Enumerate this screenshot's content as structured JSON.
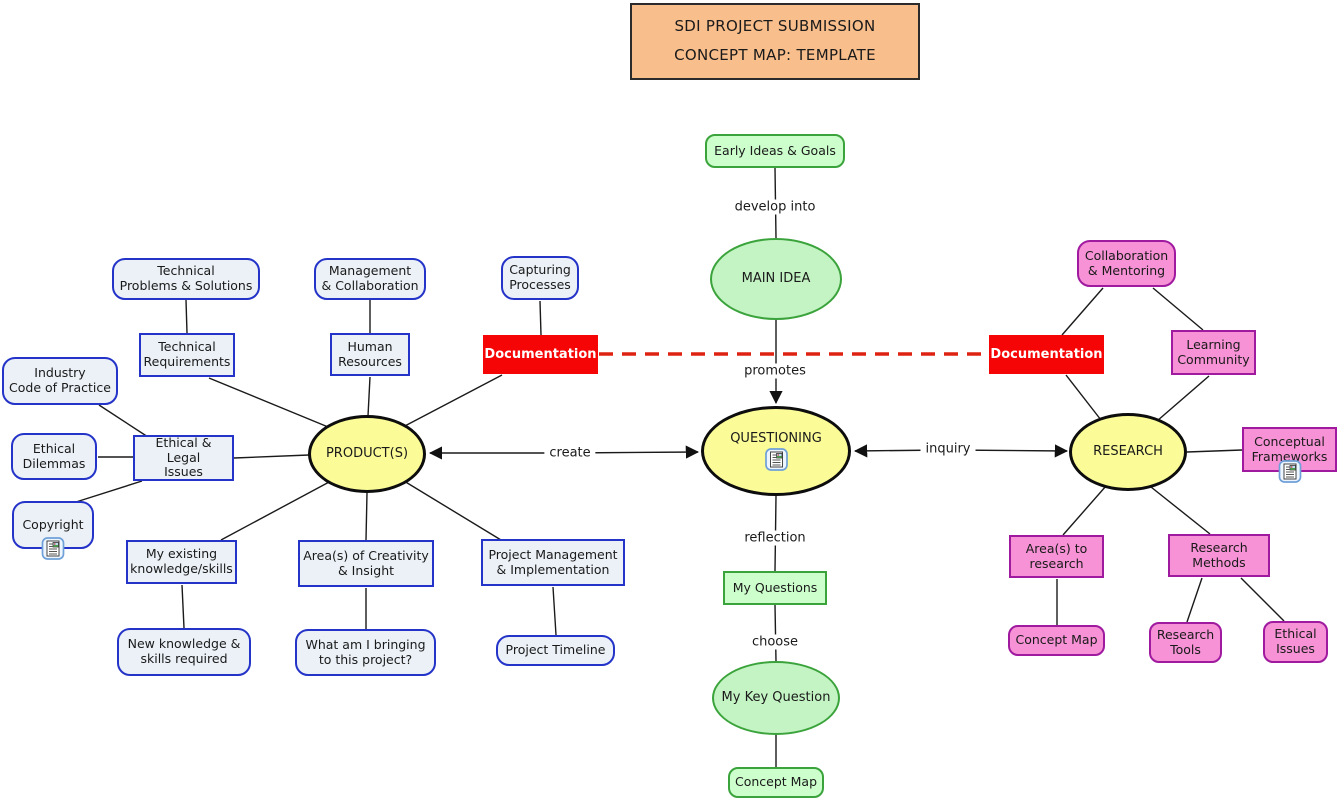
{
  "title": {
    "line1": "SDI PROJECT SUBMISSION",
    "line2": "CONCEPT MAP: TEMPLATE"
  },
  "nodes": {
    "early_ideas": "Early Ideas & Goals",
    "main_idea": "MAIN IDEA",
    "questioning": "QUESTIONING",
    "my_questions": "My Questions",
    "my_key_question": "My Key Question",
    "concept_map_center": "Concept Map",
    "products": "PRODUCT(S)",
    "tech_problems": "Technical\nProblems & Solutions",
    "tech_requirements": "Technical\nRequirements",
    "mgmt_collab": "Management\n& Collaboration",
    "human_resources": "Human\nResources",
    "capturing_processes": "Capturing\nProcesses",
    "documentation_left": "Documentation",
    "industry_code": "Industry\nCode of Practice",
    "ethical_dilemmas": "Ethical\nDilemmas",
    "ethical_legal": "Ethical & Legal\nIssues",
    "copyright": "Copyright",
    "my_existing": "My existing\nknowledge/skills",
    "new_knowledge": "New  knowledge &\nskills required",
    "creativity": "Area(s) of Creativity\n& Insight",
    "what_bringing": "What am I bringing\nto this project?",
    "project_mgmt": "Project Management\n& Implementation",
    "project_timeline": "Project Timeline",
    "research": "RESEARCH",
    "collab_mentoring": "Collaboration\n& Mentoring",
    "learning_community": "Learning\nCommunity",
    "documentation_right": "Documentation",
    "conceptual_frameworks": "Conceptual\nFrameworks",
    "areas_to_research": "Area(s) to\nresearch",
    "concept_map_right": "Concept Map",
    "research_methods": "Research\nMethods",
    "research_tools": "Research\nTools",
    "ethical_issues": "Ethical\nIssues"
  },
  "links": {
    "develop_into": "develop into",
    "promotes": "promotes",
    "reflection": "reflection",
    "choose": "choose",
    "create": "create",
    "inquiry": "inquiry"
  },
  "icons": {
    "resource": "attached-resource-document-icon"
  },
  "colors": {
    "title_fill": "#F8BE8C",
    "yellow_node": "#FBFB98",
    "green_fill": "#CCFFCC",
    "green_border": "#3BA33B",
    "blue_fill": "#EBF1F7",
    "blue_border": "#2433C8",
    "pink_fill": "#F692D5",
    "pink_border": "#A01AA0",
    "red_node": "#F50505",
    "dashed_link": "#DD2211",
    "line": "#1a1a1a"
  }
}
